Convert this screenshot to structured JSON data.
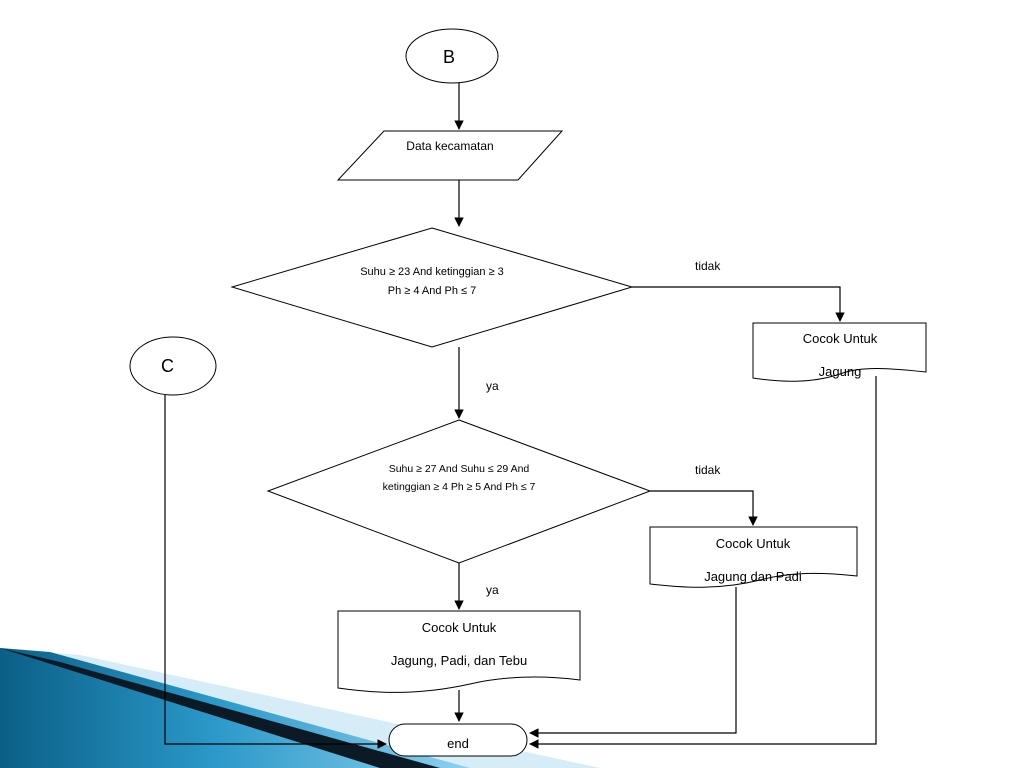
{
  "connectors": {
    "b": "B",
    "c": "C"
  },
  "input": {
    "label": "Data kecamatan"
  },
  "decision1": {
    "line1": "Suhu ≥ 23 And ketinggian  ≥ 3",
    "line2": "Ph ≥ 4 And Ph ≤ 7",
    "no_label": "tidak",
    "yes_label": "ya"
  },
  "decision2": {
    "line1": "Suhu ≥ 27 And Suhu ≤ 29 And",
    "line2": "ketinggian  ≥ 4 Ph ≥ 5 And Ph ≤ 7",
    "no_label": "tidak",
    "yes_label": "ya"
  },
  "output_jagung": {
    "line1": "Cocok Untuk",
    "line2": "Jagung"
  },
  "output_jagung_padi": {
    "line1": "Cocok Untuk",
    "line2": "Jagung dan Padi"
  },
  "output_jagung_padi_tebu": {
    "line1": "Cocok Untuk",
    "line2": "Jagung, Padi, dan Tebu"
  },
  "terminator": {
    "label": "end"
  },
  "theme": {
    "accent_dark": "#0a5f86",
    "accent_light": "#8fd0ee",
    "accent_pale": "#d6ecf6"
  }
}
